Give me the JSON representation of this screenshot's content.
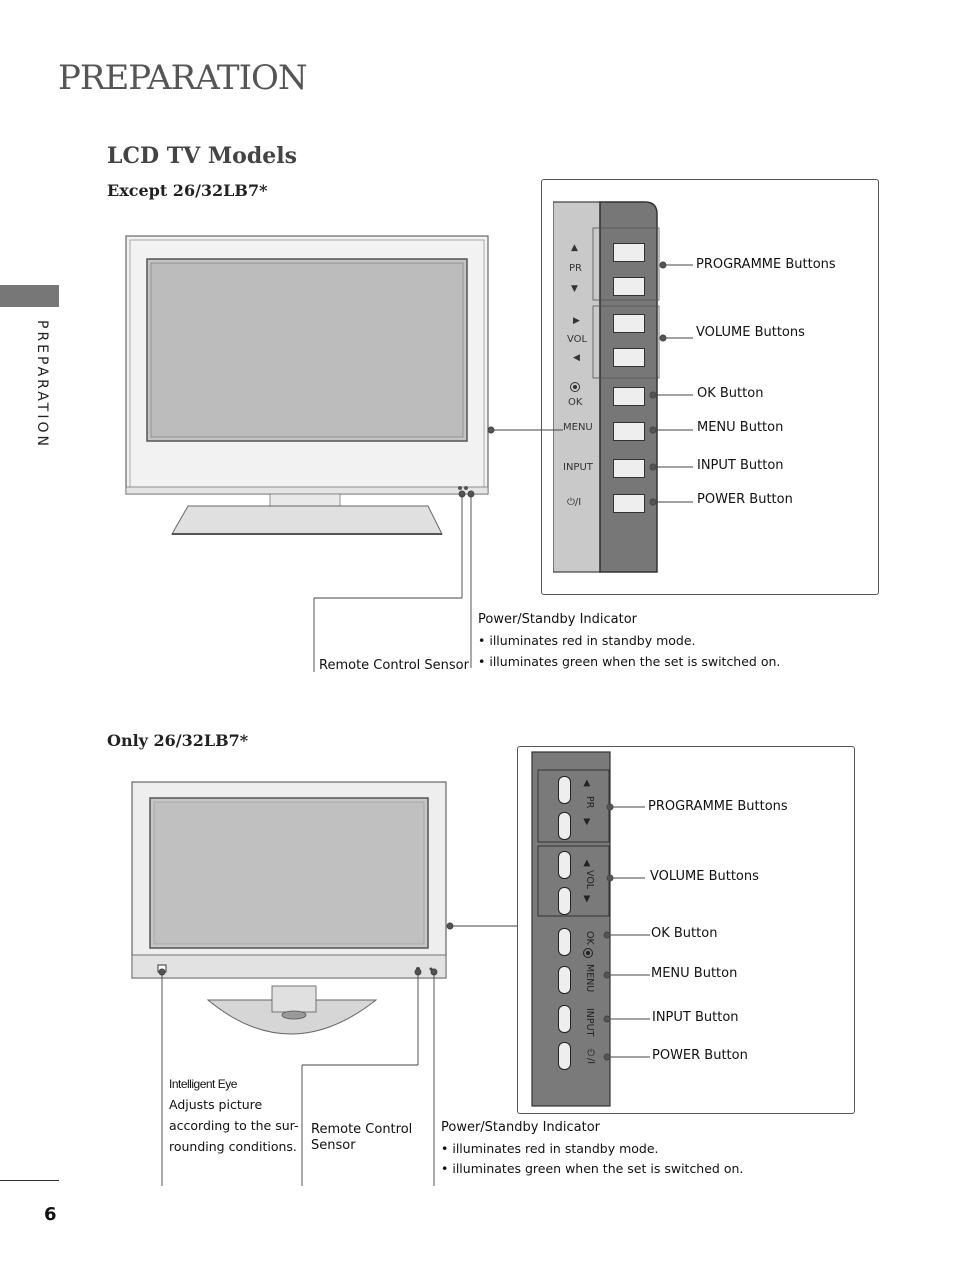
{
  "header": {
    "title": "PREPARATION"
  },
  "sidebar": {
    "label": "PREPARATION"
  },
  "section": {
    "title": "LCD TV Models"
  },
  "panel_a": {
    "heading": "Except 26/32LB7*",
    "side_text": {
      "pr": "PR",
      "vol": "VOL",
      "ok": "OK",
      "menu": "MENU",
      "input": "INPUT",
      "power": "⏻/I"
    },
    "callouts": {
      "programme": "PROGRAMME Buttons",
      "volume": "VOLUME Buttons",
      "ok": "OK Button",
      "menu": "MENU Button",
      "input": "INPUT Button",
      "power": "POWER Button"
    },
    "remote_sensor": "Remote Control Sensor",
    "power_indicator": {
      "title": "Power/Standby Indicator",
      "line1": "• illuminates red in standby mode.",
      "line2": "• illuminates green when the set is switched on."
    }
  },
  "panel_b": {
    "heading": "Only 26/32LB7*",
    "side_text": {
      "pr": "PR",
      "vol": "VOL",
      "ok": "OK",
      "menu": "MENU",
      "input": "INPUT",
      "power": "⏻/I"
    },
    "callouts": {
      "programme": "PROGRAMME Buttons",
      "volume": "VOLUME Buttons",
      "ok": "OK Button",
      "menu": "MENU Button",
      "input": "INPUT Button",
      "power": "POWER Button"
    },
    "intelligent_eye": {
      "title": "Intelligent Eye",
      "line1": "Adjusts picture",
      "line2": "according to the sur-",
      "line3": "rounding conditions."
    },
    "remote_sensor_line1": "Remote Control",
    "remote_sensor_line2": "Sensor",
    "power_indicator": {
      "title": "Power/Standby Indicator",
      "line1": "• illuminates red in standby mode.",
      "line2": "• illuminates green when the set is switched on."
    }
  },
  "footer": {
    "page_number": "6"
  }
}
